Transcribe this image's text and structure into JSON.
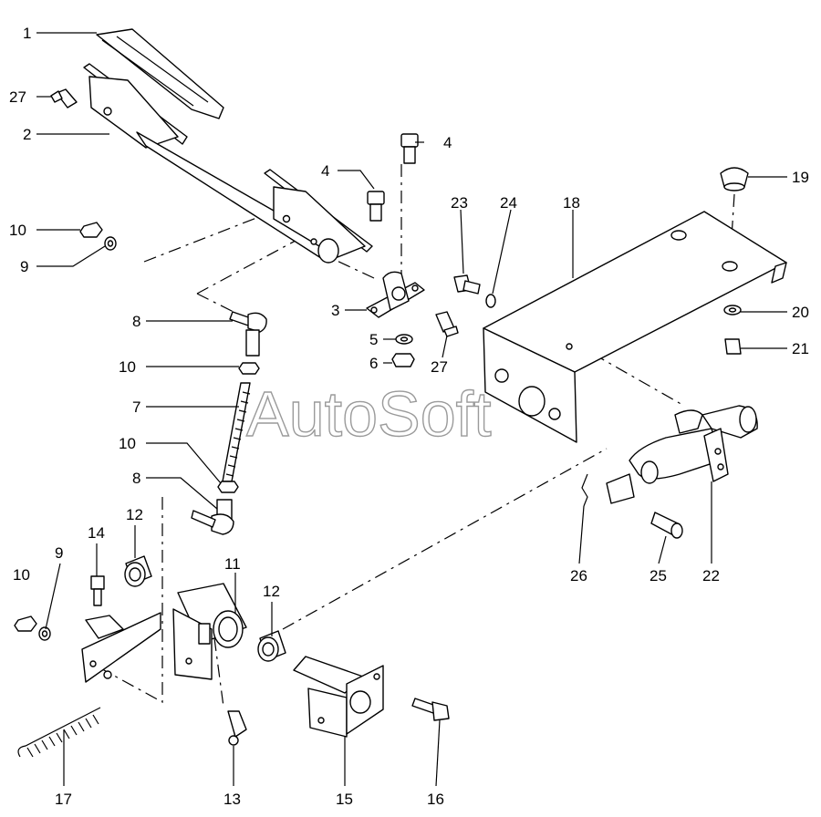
{
  "watermark": "AutoSoft",
  "callouts": [
    {
      "id": "c-1",
      "text": "1"
    },
    {
      "id": "c-27a",
      "text": "27"
    },
    {
      "id": "c-2",
      "text": "2"
    },
    {
      "id": "c-4a",
      "text": "4"
    },
    {
      "id": "c-4b",
      "text": "4"
    },
    {
      "id": "c-19",
      "text": "19"
    },
    {
      "id": "c-23",
      "text": "23"
    },
    {
      "id": "c-24",
      "text": "24"
    },
    {
      "id": "c-18",
      "text": "18"
    },
    {
      "id": "c-10a",
      "text": "10"
    },
    {
      "id": "c-9a",
      "text": "9"
    },
    {
      "id": "c-8a",
      "text": "8"
    },
    {
      "id": "c-3",
      "text": "3"
    },
    {
      "id": "c-5",
      "text": "5"
    },
    {
      "id": "c-6",
      "text": "6"
    },
    {
      "id": "c-27b",
      "text": "27"
    },
    {
      "id": "c-20",
      "text": "20"
    },
    {
      "id": "c-21",
      "text": "21"
    },
    {
      "id": "c-10b",
      "text": "10"
    },
    {
      "id": "c-7",
      "text": "7"
    },
    {
      "id": "c-10c",
      "text": "10"
    },
    {
      "id": "c-8b",
      "text": "8"
    },
    {
      "id": "c-12a",
      "text": "12"
    },
    {
      "id": "c-14",
      "text": "14"
    },
    {
      "id": "c-9b",
      "text": "9"
    },
    {
      "id": "c-10d",
      "text": "10"
    },
    {
      "id": "c-11",
      "text": "11"
    },
    {
      "id": "c-12b",
      "text": "12"
    },
    {
      "id": "c-26",
      "text": "26"
    },
    {
      "id": "c-25",
      "text": "25"
    },
    {
      "id": "c-22",
      "text": "22"
    },
    {
      "id": "c-17",
      "text": "17"
    },
    {
      "id": "c-13",
      "text": "13"
    },
    {
      "id": "c-15",
      "text": "15"
    },
    {
      "id": "c-16",
      "text": "16"
    }
  ]
}
